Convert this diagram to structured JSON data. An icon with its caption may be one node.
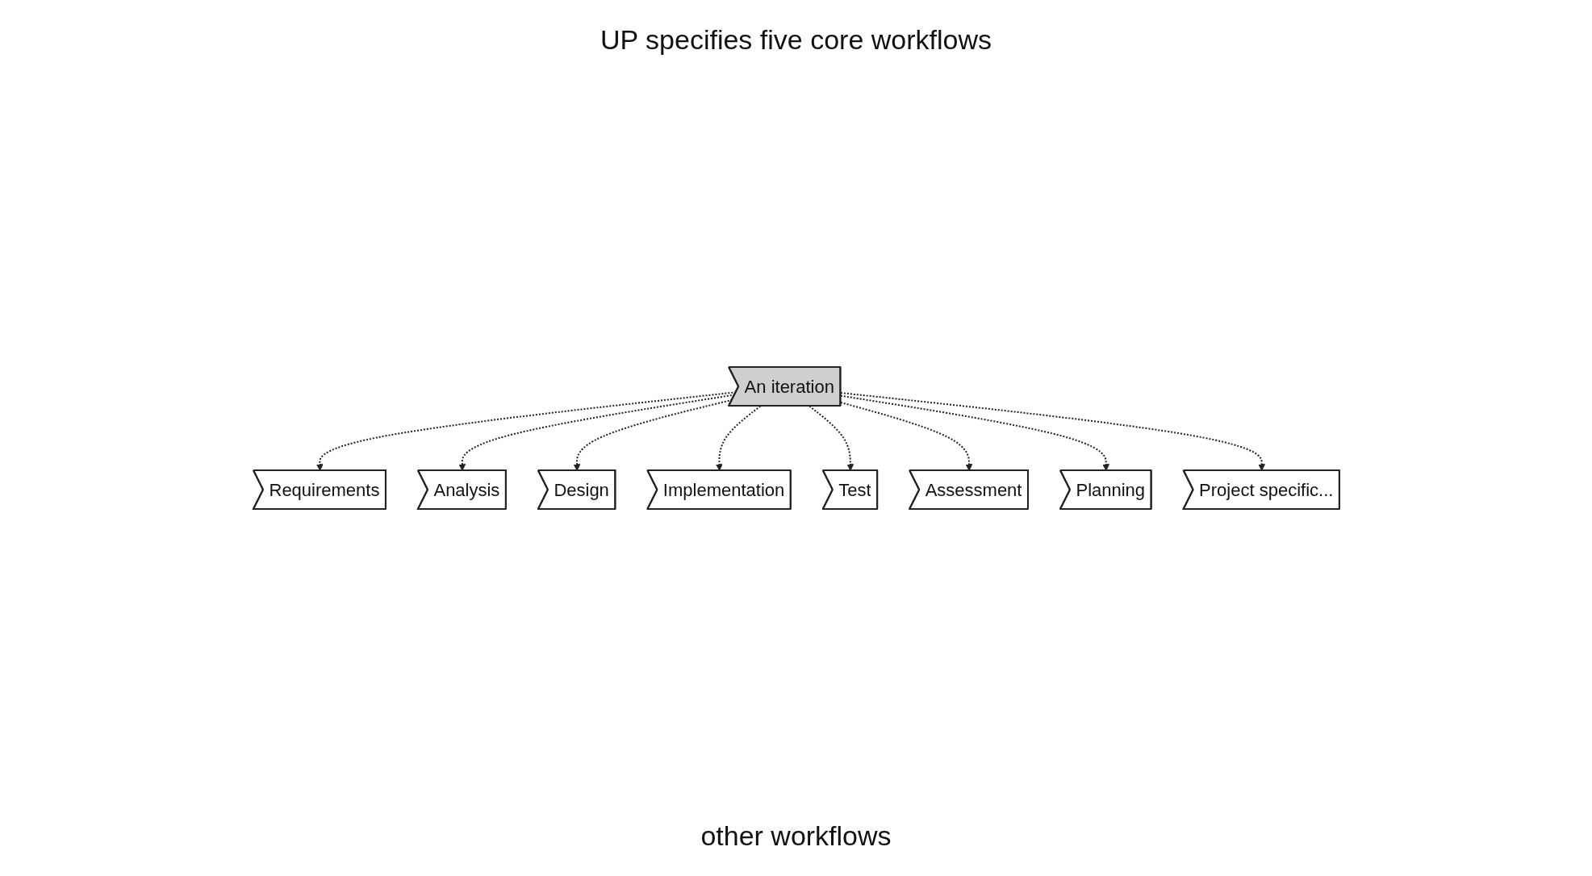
{
  "diagram": {
    "nodes": [
      {
        "text": [
          "Requirements"
        ]
      },
      {
        "text": [
          "Analysis"
        ]
      },
      {
        "text": [
          "Design"
        ]
      },
      {
        "text": [
          "Implementation"
        ]
      },
      {
        "text": [
          "Test"
        ]
      },
      {
        "text": [
          "An iteration"
        ]
      },
      {
        "text": [
          "Assessment"
        ]
      },
      {
        "text": [
          "Planning"
        ]
      },
      {
        "text": [
          "Project specific..."
        ]
      }
    ],
    "edges": [
      {
        "from": 5,
        "to": 0,
        "arrow": "to",
        "style": "dashed"
      },
      {
        "from": 5,
        "to": 1,
        "arrow": "to",
        "style": "dashed"
      },
      {
        "from": 5,
        "to": 2,
        "arrow": "to",
        "style": "dashed"
      },
      {
        "from": 5,
        "to": 3,
        "arrow": "to",
        "style": "dashed"
      },
      {
        "from": 5,
        "to": 4,
        "arrow": "to",
        "style": "dashed"
      },
      {
        "from": 5,
        "to": 6,
        "arrow": "to",
        "style": "dashed"
      },
      {
        "from": 5,
        "to": 7,
        "arrow": "to",
        "style": "dashed"
      },
      {
        "from": 5,
        "to": 8,
        "arrow": "to",
        "style": "dashed"
      }
    ],
    "labels": [
      "UP specifies five core workflows",
      "other workflows"
    ]
  }
}
